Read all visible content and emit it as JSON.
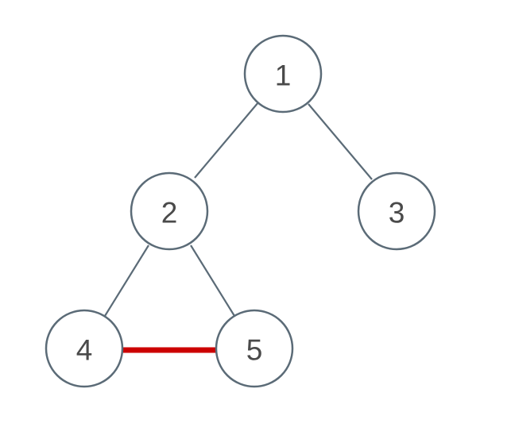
{
  "colors": {
    "node_stroke": "#5b6b77",
    "edge": "#5b6b77",
    "highlight_edge": "#cc0000",
    "label": "#4a4a4a"
  },
  "nodes": [
    {
      "id": "1",
      "label": "1"
    },
    {
      "id": "2",
      "label": "2"
    },
    {
      "id": "3",
      "label": "3"
    },
    {
      "id": "4",
      "label": "4"
    },
    {
      "id": "5",
      "label": "5"
    }
  ],
  "edges": [
    {
      "from": "1",
      "to": "2",
      "highlighted": false
    },
    {
      "from": "1",
      "to": "3",
      "highlighted": false
    },
    {
      "from": "2",
      "to": "4",
      "highlighted": false
    },
    {
      "from": "2",
      "to": "5",
      "highlighted": false
    },
    {
      "from": "4",
      "to": "5",
      "highlighted": true
    }
  ]
}
